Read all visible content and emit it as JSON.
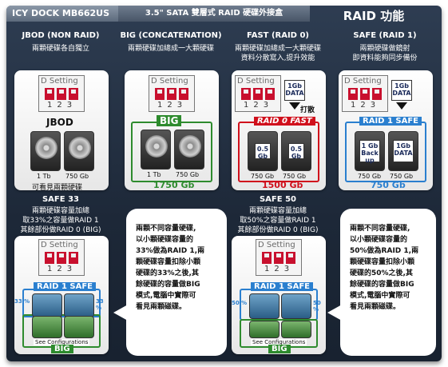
{
  "header": {
    "model": "ICY DOCK MB662US",
    "subtitle": "3.5\" SATA 雙層式 RAID 硬碟外接盒",
    "title": "RAID 功能"
  },
  "switch_label": "D Setting",
  "switch_nums": "123",
  "modes": {
    "jbod": {
      "title": "JBOD (NON RAID)",
      "desc": "兩顆硬碟各自獨立",
      "tag": "JBOD",
      "cap1": "1 Tb",
      "cap2": "750 Gb",
      "note": "可看見兩顆硬碟"
    },
    "big": {
      "title": "BIG (CONCATENATION)",
      "desc": "兩顆硬碟加總成一大顆硬碟",
      "tag": "BIG",
      "cap1": "1 Tb",
      "cap2": "750 Gb",
      "total": "1750 Gb"
    },
    "fast": {
      "title": "FAST  (RAID 0)",
      "desc1": "兩顆硬碟加總成一大顆硬碟",
      "desc2": "資料分散寫入,提升效能",
      "data": "1Gb DATA",
      "split": "打散",
      "tag": "RAID 0 FAST",
      "half1": "0.5 Gb",
      "half2": "0.5 Gb",
      "cap1": "750 Gb",
      "cap2": "750 Gb",
      "total": "1500 Gb"
    },
    "safe": {
      "title": "SAFE (RAID 1)",
      "desc1": "兩顆硬碟做鏡射",
      "desc2": "即資料能夠同步備份",
      "data": "1Gb DATA",
      "tag": "RAID 1 SAFE",
      "backup": "1 Gb Back up",
      "copy": "1Gb DATA",
      "cap1": "750 Gb",
      "cap2": "750 Gb",
      "total": "750 Gb"
    },
    "safe33": {
      "title": "SAFE 33",
      "desc1": "兩顆硬碟容量加總",
      "desc2": "取33%之容量做RAID 1",
      "desc3": "其餘部份做RAID 0 (BIG)",
      "tag_top": "RAID 1 SAFE",
      "tag_bottom": "BIG",
      "pct": "33 %",
      "see": "See Configurations",
      "bubble": [
        "兩顆不同容量硬碟,",
        "以小顆硬碟容量的",
        "33%做為RAID 1,兩",
        "顆硬碟容量扣除小顆",
        "硬碟的33%之後,其",
        "餘硬碟的容量做BIG",
        "模式,電腦中實際可",
        "看見兩顆磁碟。"
      ]
    },
    "safe50": {
      "title": "SAFE 50",
      "desc1": "兩顆硬碟容量加總",
      "desc2": "取50%之容量做RAID 1",
      "desc3": "其餘部份做RAID 0 (BIG)",
      "tag_top": "RAID 1 SAFE",
      "tag_bottom": "BIG",
      "pct": "50 %",
      "see": "See Configurations",
      "bubble": [
        "兩顆不同容量硬碟,",
        "以小顆硬碟容量的",
        "50%做為RAID 1,兩",
        "顆硬碟容量扣除小顆",
        "硬碟的50%之後,其",
        "餘硬碟的容量做BIG",
        "模式,電腦中實際可",
        "看見兩顆磁碟。"
      ]
    }
  },
  "colors": {
    "green": "#2e8b2e",
    "blue": "#2a7fcf",
    "red": "#d0101c",
    "background": "#1d2838"
  }
}
